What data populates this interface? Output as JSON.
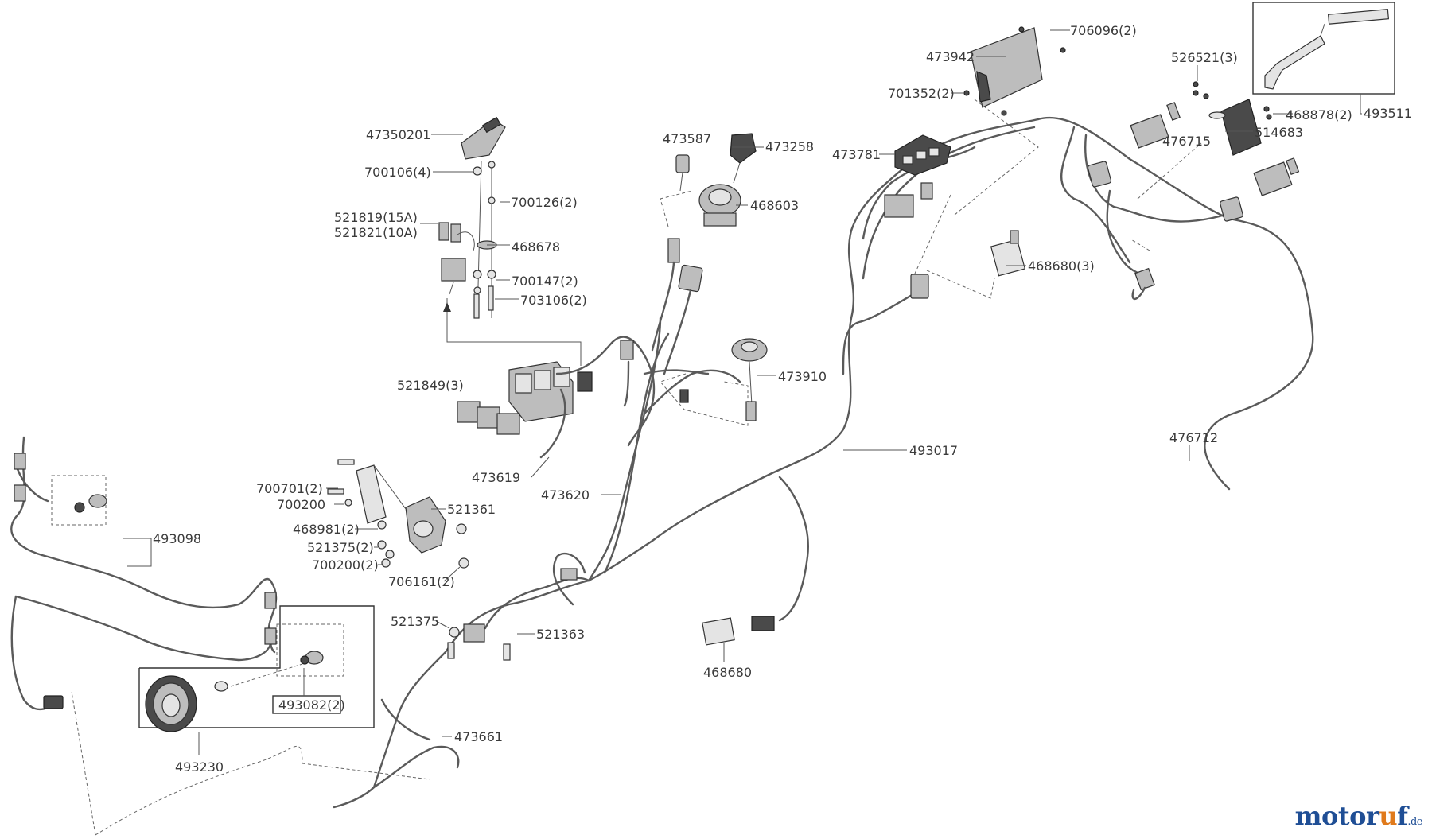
{
  "labels": {
    "p47350201": "47350201",
    "p700106": "700106(4)",
    "p700126": "700126(2)",
    "p521819": "521819(15A)",
    "p521821": "521821(10A)",
    "p468678": "468678",
    "p700147": "700147(2)",
    "p703106": "703106(2)",
    "p473587": "473587",
    "p473258": "473258",
    "p468603": "468603",
    "p473781": "473781",
    "p473942": "473942",
    "p706096": "706096(2)",
    "p701352": "701352(2)",
    "p526521": "526521(3)",
    "p493511": "493511",
    "p468878": "468878(2)",
    "p476715": "476715",
    "p514683": "514683",
    "p468680_3": "468680(3)",
    "p473910": "473910",
    "p521849": "521849(3)",
    "p473619": "473619",
    "p473620": "473620",
    "p493017": "493017",
    "p476712": "476712",
    "p700701": "700701(2)",
    "p700200": "700200",
    "p521361": "521361",
    "p468981": "468981(2)",
    "p521375_2": "521375(2)",
    "p700200_2": "700200(2)",
    "p706161": "706161(2)",
    "p493098": "493098",
    "p521375": "521375",
    "p521363": "521363",
    "p468680": "468680",
    "p493082": "493082(2)",
    "p473661": "473661",
    "p493230": "493230"
  },
  "brand": {
    "name_main": "motor",
    "name_accent": "u",
    "name_end": "f",
    "tld": ".de"
  },
  "colors": {
    "line": "#5a5a5a",
    "text": "#3a3a3a",
    "brand_blue": "#1f4e95",
    "brand_orange": "#e07a1c"
  }
}
